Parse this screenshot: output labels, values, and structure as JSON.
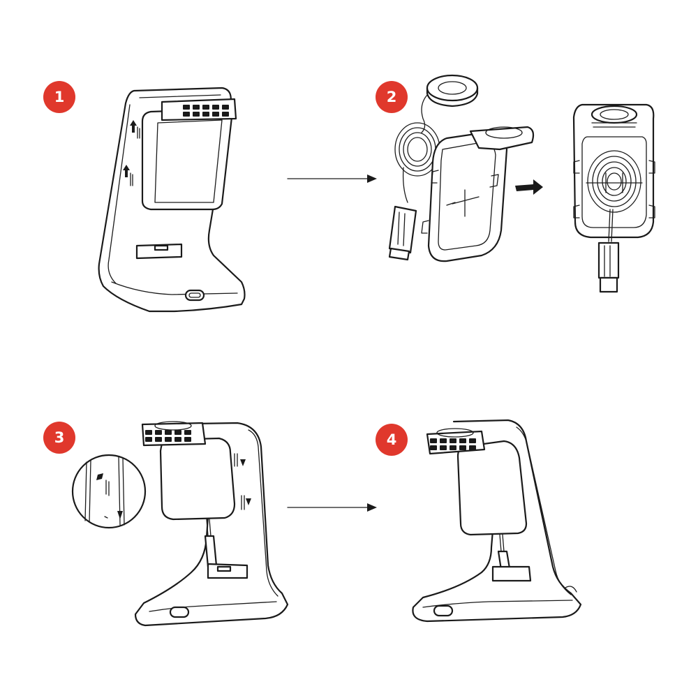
{
  "steps": [
    {
      "number": "1"
    },
    {
      "number": "2"
    },
    {
      "number": "3"
    },
    {
      "number": "4"
    }
  ],
  "colors": {
    "badge": "#e0382c",
    "line": "#1a1a1a",
    "background": "#ffffff"
  },
  "icons": [
    "stand-illustration",
    "charger-puck-illustration",
    "cable-coil-illustration",
    "bracket-illustration",
    "arrow-right-icon",
    "zoom-callout-illustration"
  ]
}
